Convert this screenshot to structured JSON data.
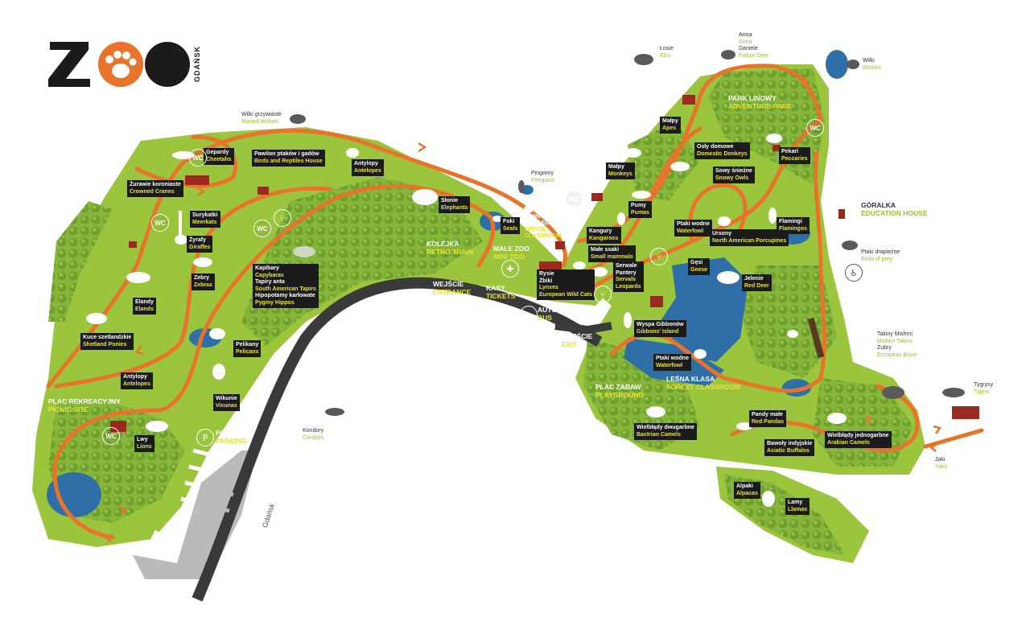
{
  "logo": {
    "letters": "ZO",
    "city": "GDAŃSK"
  },
  "colors": {
    "grass": "#9bc53d",
    "path": "#e8742c",
    "road": "#3a3a3a",
    "water": "#2f6fa8",
    "tree": "#6b9f34",
    "label_bg": "#1b1b1b",
    "label_en": "#e8e33a"
  },
  "labels": [
    {
      "id": "cheetahs",
      "pl": "Gepardy",
      "en": "Cheetahs"
    },
    {
      "id": "birds-reptiles",
      "pl": "Pawilon ptaków i gadów",
      "en": "Birds and Reptiles House"
    },
    {
      "id": "antelopes-1",
      "pl": "Antylopy",
      "en": "Antelopes"
    },
    {
      "id": "crowned-cranes",
      "pl": "Żurawie koroniaste",
      "en": "Crowned Cranes"
    },
    {
      "id": "meerkats",
      "pl": "Surykatki",
      "en": "Meerkats"
    },
    {
      "id": "giraffes",
      "pl": "Żyrafy",
      "en": "Giraffes"
    },
    {
      "id": "zebras",
      "pl": "Zebry",
      "en": "Zebras"
    },
    {
      "id": "elands",
      "pl": "Elandy",
      "en": "Elands"
    },
    {
      "id": "shetland",
      "pl": "Kuce szetlandzkie",
      "en": "Shetland Ponies"
    },
    {
      "id": "antelopes-2",
      "pl": "Antylopy",
      "en": "Antelopes"
    },
    {
      "id": "lions",
      "pl": "Lwy",
      "en": "Lions"
    },
    {
      "id": "pelicans",
      "pl": "Pelikany",
      "en": "Pelicans"
    },
    {
      "id": "vicunas",
      "pl": "Wikunie",
      "en": "Vicunas"
    },
    {
      "id": "elephants",
      "pl": "Słonie",
      "en": "Elephants"
    },
    {
      "id": "seals",
      "pl": "Foki",
      "en": "Seals"
    },
    {
      "id": "kangaroos",
      "pl": "Kangury",
      "en": "Kangaroos"
    },
    {
      "id": "small-mammals",
      "pl": "Małe ssaki",
      "en": "Small mammals"
    },
    {
      "id": "lynxes",
      "pl": "Rysie",
      "pl2": "Żbiki",
      "en": "Lynxes",
      "en2": "European Wild Cats"
    },
    {
      "id": "servals",
      "pl": "Serwale",
      "pl2": "Pantery",
      "en": "Servals",
      "en2": "Leopards"
    },
    {
      "id": "apes",
      "pl": "Małpy",
      "en": "Apes"
    },
    {
      "id": "monkeys",
      "pl": "Małpy",
      "en": "Monkeys"
    },
    {
      "id": "pumas",
      "pl": "Pumy",
      "en": "Pumas"
    },
    {
      "id": "donkeys",
      "pl": "Osły domowe",
      "en": "Domestic Donkeys"
    },
    {
      "id": "snowy-owls",
      "pl": "Sowy śnieżne",
      "en": "Snowy Owls"
    },
    {
      "id": "peccaries",
      "pl": "Pekari",
      "en": "Peccaries"
    },
    {
      "id": "waterfowl-1",
      "pl": "Ptaki wodne",
      "en": "Waterfowl"
    },
    {
      "id": "porcupines",
      "pl": "Ursony",
      "en": "North American Porcupines"
    },
    {
      "id": "flamingos",
      "pl": "Flamingi",
      "en": "Flamingos"
    },
    {
      "id": "geese",
      "pl": "Gęsi",
      "en": "Geese"
    },
    {
      "id": "red-deer",
      "pl": "Jelenie",
      "en": "Red Deer"
    },
    {
      "id": "gibbons",
      "pl": "Wyspa Gibbonów",
      "en": "Gibbons' Island"
    },
    {
      "id": "waterfowl-2",
      "pl": "Ptaki wodne",
      "en": "Waterfowl"
    },
    {
      "id": "red-pandas",
      "pl": "Pandy małe",
      "en": "Red Pandas"
    },
    {
      "id": "bactrian",
      "pl": "Wielbłądy dwugarbne",
      "en": "Bactrian Camels"
    },
    {
      "id": "asiatic-buffalos",
      "pl": "Bawoły indyjskie",
      "en": "Asiatic Buffalos"
    },
    {
      "id": "arabian-camels",
      "pl": "Wielbłądy jednogarbne",
      "en": "Arabian Camels"
    },
    {
      "id": "alpacas",
      "pl": "Alpaki",
      "en": "Alpacas"
    },
    {
      "id": "llamas",
      "pl": "Lamy",
      "en": "Llamas"
    }
  ],
  "tapirs": {
    "pl1": "Kapibary",
    "en1": "Capybaras",
    "pl2": "Tapiry anta",
    "en2": "South American Tapirs",
    "pl3": "Hipopotamy karłowate",
    "en3": "Pygmy Hippos"
  },
  "outside": [
    {
      "id": "maned-wolves",
      "pl": "Wilki grzywiaste",
      "en": "Maned Wolves"
    },
    {
      "id": "penguins",
      "pl": "Pingwiny",
      "en": "Penguins"
    },
    {
      "id": "elks",
      "pl": "Łosie",
      "en": "Elks"
    },
    {
      "id": "fallow",
      "pl": "Anoa",
      "en": "Anoa",
      "pl2": "Daniele",
      "en2": "Fallow Deer"
    },
    {
      "id": "wolves",
      "pl": "Wilki",
      "en": "Wolves"
    },
    {
      "id": "birds-prey",
      "pl": "Ptaki drapieżne",
      "en": "Birds of prey"
    },
    {
      "id": "takins",
      "pl": "Takiny Mishmi",
      "en": "Mishmi Takins",
      "pl2": "Żubry",
      "en2": "European Bison"
    },
    {
      "id": "tigers",
      "pl": "Tygrysy",
      "en": "Tigers"
    },
    {
      "id": "yaks",
      "pl": "Jaki",
      "en": "Yaks"
    },
    {
      "id": "condors",
      "pl": "Kondory",
      "en": "Condors"
    }
  ],
  "places": [
    {
      "id": "picnic",
      "pl": "PLAC REKREACYJNY",
      "en": "PICNIC SITE"
    },
    {
      "id": "parking",
      "pl": "PARKING",
      "en": "PARKING"
    },
    {
      "id": "retro",
      "pl": "KOLEJKA",
      "en": "RETRO TRAIN"
    },
    {
      "id": "entrance",
      "pl": "WEJŚCIE",
      "en": "ENTRANCE"
    },
    {
      "id": "tickets",
      "pl": "KASY",
      "en": "TICKETS"
    },
    {
      "id": "minizoo",
      "pl": "MAŁE ZOO",
      "en": "MINI ZOO"
    },
    {
      "id": "admin",
      "pl": "ADMINISTRACJA, SALA EDUKACYJNA",
      "en": "OFFICE, CLASSROOM"
    },
    {
      "id": "bus",
      "pl": "AUTOBUS",
      "en": "BUS"
    },
    {
      "id": "exit",
      "pl": "WYJŚCIE",
      "en": "EXIT"
    },
    {
      "id": "playground",
      "pl": "PLAC ZABAW",
      "en": "PLAYGROUND"
    },
    {
      "id": "forest",
      "pl": "LEŚNA KLASA",
      "en": "FOREST CLASSROOM"
    },
    {
      "id": "adventure",
      "pl": "PARK LINOWY",
      "en": "ADVENTURE PARK"
    },
    {
      "id": "education",
      "pl": "GÓRALKA",
      "en": "EDUCATION HOUSE"
    }
  ],
  "wc_label": "WC",
  "parking_symbol": "P",
  "road_name": "Gdańsk"
}
